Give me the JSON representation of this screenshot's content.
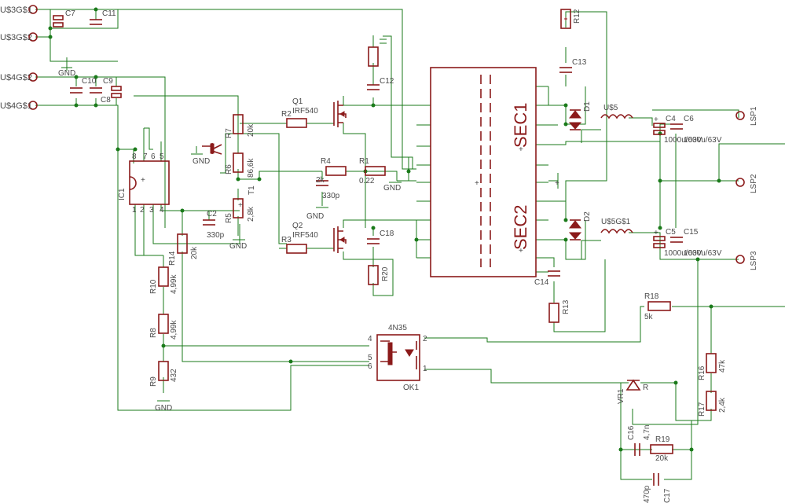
{
  "connectors": [
    "U$3G$1",
    "U$3G$2",
    "U$4G$2",
    "U$4G$1",
    "LSP1",
    "LSP2",
    "LSP3"
  ],
  "capacitors": [
    "C7",
    "C11",
    "C10",
    "C9",
    "C8",
    "C2",
    "C12",
    "C18",
    "C13",
    "C14",
    "C4",
    "C6",
    "C5",
    "C15",
    "C16",
    "C17"
  ],
  "resistors": [
    "R12",
    "R7",
    "R6",
    "R2",
    "R3",
    "R4",
    "R1",
    "R5",
    "R20",
    "R13",
    "R14",
    "R10",
    "R8",
    "R9",
    "R18",
    "R16",
    "R17",
    "R19"
  ],
  "values": {
    "r7": "20k",
    "r6": "86,6k",
    "r5": "2,8k",
    "r4": "2k",
    "r1": "0.22",
    "c2": "330p",
    "c_mid": "330p",
    "r14": "20k",
    "r10": "4,99k",
    "r8": "4,99k",
    "r9": "432",
    "r18": "5k",
    "r16": "47k",
    "r17": "2,4k",
    "r19": "20k",
    "c16": "4,7n",
    "c17": "470p",
    "c4": "1000u/63V",
    "c6": "1000u/63V",
    "c5": "1000u/63V",
    "c15": "1000u/63V"
  },
  "parts": {
    "q1": "Q1",
    "q1_type": "IRF540",
    "q2": "Q2",
    "q2_type": "IRF540",
    "ic1": "IC1",
    "t1": "T1",
    "d1": "D1",
    "d2": "D2",
    "l1": "U$5",
    "l2": "U$5G$1",
    "ok1": "OK1",
    "ok1_type": "4N35",
    "vr1": "VR1",
    "gnd": "GND",
    "sec1": "SEC1",
    "sec2": "SEC2"
  }
}
